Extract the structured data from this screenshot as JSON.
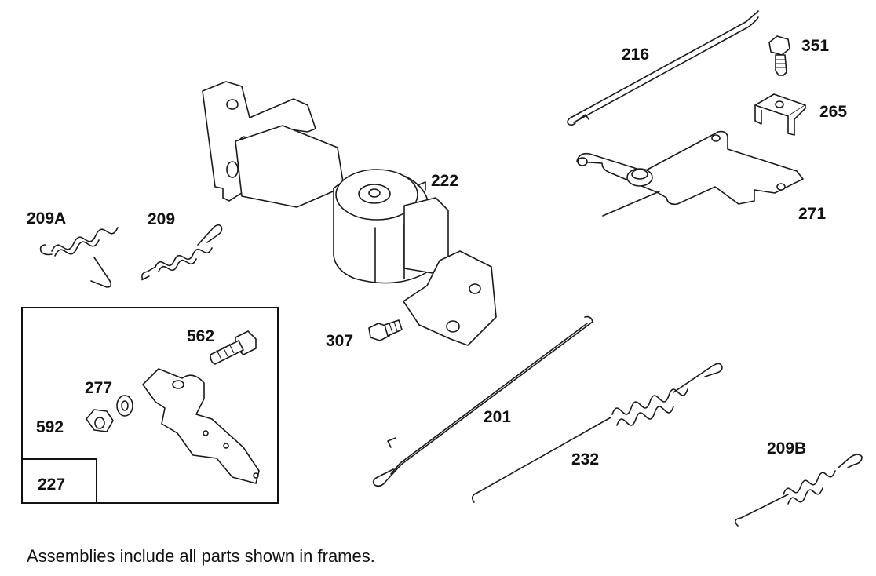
{
  "parts": [
    {
      "id": "p216",
      "label": "216"
    },
    {
      "id": "p351",
      "label": "351"
    },
    {
      "id": "p265",
      "label": "265"
    },
    {
      "id": "p222",
      "label": "222"
    },
    {
      "id": "p271",
      "label": "271"
    },
    {
      "id": "p209A",
      "label": "209A"
    },
    {
      "id": "p209",
      "label": "209"
    },
    {
      "id": "p562",
      "label": "562"
    },
    {
      "id": "p307",
      "label": "307"
    },
    {
      "id": "p277",
      "label": "277"
    },
    {
      "id": "p592",
      "label": "592"
    },
    {
      "id": "p201",
      "label": "201"
    },
    {
      "id": "p232",
      "label": "232"
    },
    {
      "id": "p209B",
      "label": "209B"
    },
    {
      "id": "p227",
      "label": "227"
    }
  ],
  "footnote": "Assemblies include all parts shown in frames."
}
